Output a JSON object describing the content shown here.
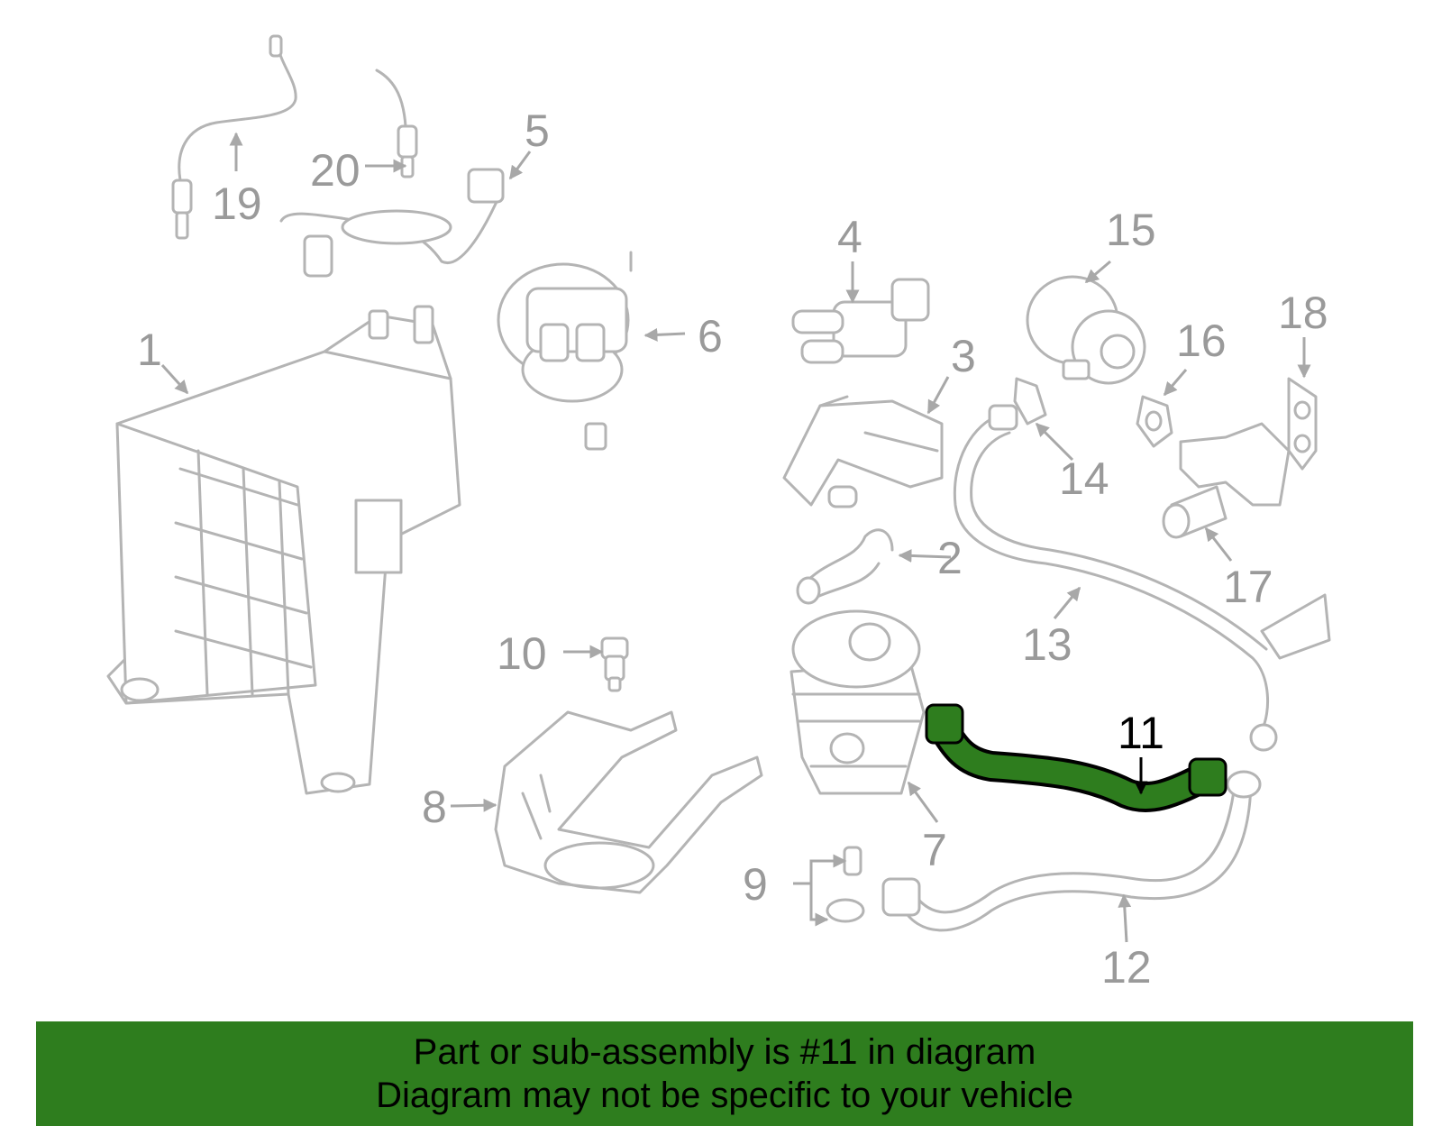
{
  "colors": {
    "part_stroke": "#b4b4b4",
    "callout_text": "#9a9a9a",
    "highlight_fill": "#2e7d1e",
    "highlight_stroke": "#000000",
    "banner_background": "#2e7d1e"
  },
  "callouts": {
    "c1": "1",
    "c2": "2",
    "c3": "3",
    "c4": "4",
    "c5": "5",
    "c6": "6",
    "c7": "7",
    "c8": "8",
    "c9": "9",
    "c10": "10",
    "c11": "11",
    "c12": "12",
    "c13": "13",
    "c14": "14",
    "c15": "15",
    "c16": "16",
    "c17": "17",
    "c18": "18",
    "c19": "19",
    "c20": "20"
  },
  "highlighted_part": "11",
  "banner": {
    "line1": "Part or sub-assembly is #11 in diagram",
    "line2": "Diagram may not be specific to your vehicle"
  }
}
